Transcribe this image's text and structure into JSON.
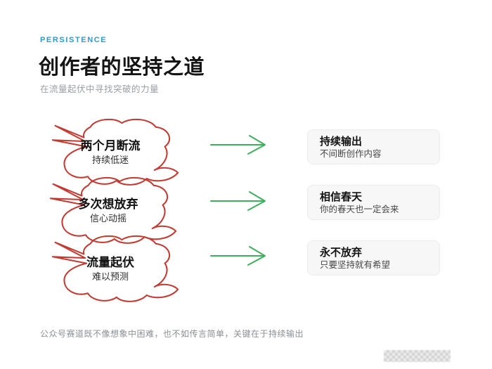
{
  "page": {
    "eyebrow": "PERSISTENCE",
    "title": "创作者的坚持之道",
    "subtitle": "在流量起伏中寻找突破的力量",
    "footer": "公众号赛道既不像想象中困难，也不如传言简单，关键在于持续输出"
  },
  "colors": {
    "eyebrow_blue": "#2e9bd0",
    "cloud_stroke_red": "#c23b33",
    "arrow_green": "#3fae5e",
    "card_background": "#f7f7f8",
    "muted_text": "#9aa0a5"
  },
  "rows": [
    {
      "cloud_title": "两个月断流",
      "cloud_subtitle": "持续低迷",
      "card_title": "持续输出",
      "card_subtitle": "不间断创作内容"
    },
    {
      "cloud_title": "多次想放弃",
      "cloud_subtitle": "信心动摇",
      "card_title": "相信春天",
      "card_subtitle": "你的春天也一定会来"
    },
    {
      "cloud_title": "流量起伏",
      "cloud_subtitle": "难以预测",
      "card_title": "永不放弃",
      "card_subtitle": "只要坚持就有希望"
    }
  ]
}
